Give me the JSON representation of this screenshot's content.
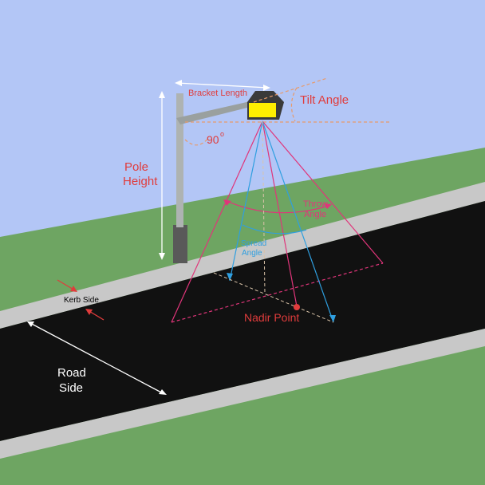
{
  "labels": {
    "bracket_length": "Bracket Length",
    "tilt_angle": "Tilt Angle",
    "angle_90": "90",
    "angle_degree": "o",
    "pole_height_1": "Pole",
    "pole_height_2": "Height",
    "throw_angle_1": "Throw",
    "throw_angle_2": "Angle",
    "spread_angle_1": "Spread",
    "spread_angle_2": "Angle",
    "kerb_side": "Kerb Side",
    "nadir_point": "Nadir Point",
    "road_side_1": "Road",
    "road_side_2": "Side"
  },
  "colors": {
    "sky": "#b3c6f6",
    "grass": "#6ea562",
    "road": "#111111",
    "kerb": "#c8c8c8",
    "pole": "#aeb3b2",
    "pole_base": "#595959",
    "luminaire": "#ffee00",
    "throw_lines": "#e0357a",
    "spread_lines": "#2f9fe0",
    "dim_lines": "#ffffff",
    "guide_lines": "#e89a6a",
    "label_red": "#e03c3c",
    "label_white": "#ffffff",
    "label_black": "#000000"
  }
}
